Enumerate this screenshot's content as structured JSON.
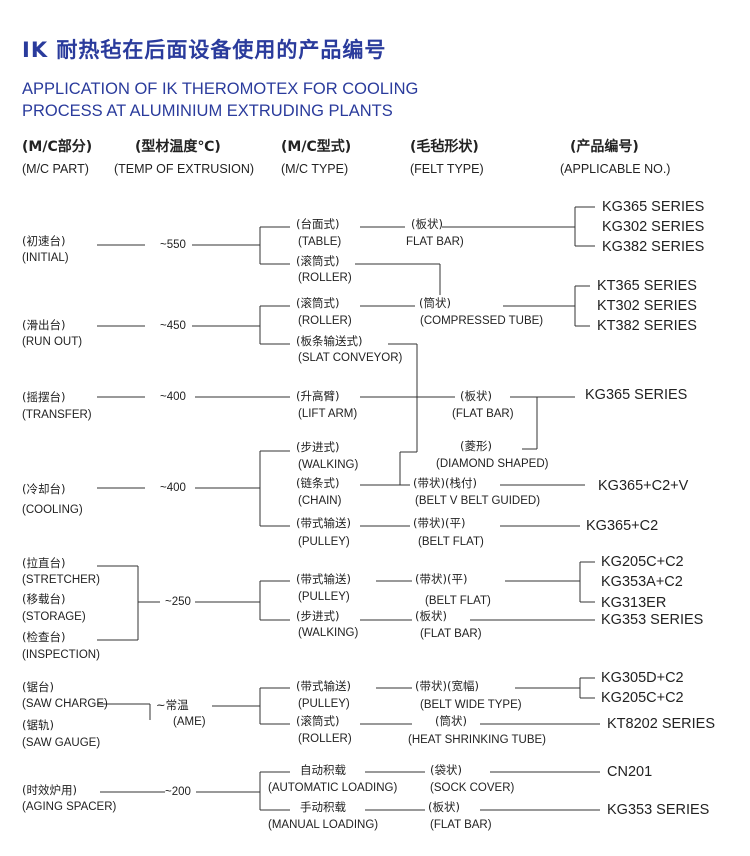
{
  "title": "IK 耐热毡在后面设备使用的产品编号",
  "subtitle_line1": "APPLICATION OF IK THEROMOTEX FOR COOLING",
  "subtitle_line2": "PROCESS AT ALUMINIUM EXTRUDING PLANTS",
  "headers": {
    "part_zh": "(M/C部分)",
    "part_en": "(M/C PART)",
    "temp_zh": "(型材温度℃)",
    "temp_en": "(TEMP OF EXTRUSION)",
    "type_zh": "(M/C型式)",
    "type_en": "(M/C TYPE)",
    "felt_zh": "(毛毡形状)",
    "felt_en": "(FELT TYPE)",
    "no_zh": "(产品编号)",
    "no_en": "(APPLICABLE NO.)"
  },
  "parts": {
    "initial_zh": "(初速台)",
    "initial_en": "(INITIAL)",
    "runout_zh": "(滑出台)",
    "runout_en": "(RUN OUT)",
    "transfer_zh": "(摇摆台)",
    "transfer_en": "(TRANSFER)",
    "cooling_zh": "(冷却台)",
    "cooling_en": "(COOLING)",
    "stretcher_zh": "(拉直台)",
    "stretcher_en": "(STRETCHER)",
    "storage_zh": "(移载台)",
    "storage_en": "(STORAGE)",
    "inspection_zh": "(检查台)",
    "inspection_en": "(INSPECTION)",
    "sawcharge_zh": "(锯台)",
    "sawcharge_en": "(SAW CHARGE)",
    "sawgauge_zh": "(锯轨)",
    "sawgauge_en": "(SAW GAUGE)",
    "aging_zh": "(时效炉用)",
    "aging_en": "(AGING SPACER)"
  },
  "temps": {
    "initial": "~550",
    "runout": "~450",
    "transfer": "~400",
    "cooling": "~400",
    "stretcher": "~250",
    "saw_zh": "~常温",
    "saw_en": "(AME)",
    "aging": "~200"
  },
  "types": {
    "table_zh": "(台面式)",
    "table_en": "(TABLE)",
    "roller1_zh": "(滚筒式)",
    "roller1_en": "(ROLLER)",
    "roller2_zh": "(滚筒式)",
    "roller2_en": "(ROLLER)",
    "slat_zh": "(板条输送式)",
    "slat_en": "(SLAT CONVEYOR)",
    "lift_zh": "(升高臂)",
    "lift_en": "(LIFT ARM)",
    "walking1_zh": "(步进式)",
    "walking1_en": "(WALKING)",
    "chain_zh": "(链条式)",
    "chain_en": "(CHAIN)",
    "pulley1_zh": "(带式输送)",
    "pulley1_en": "(PULLEY)",
    "pulley2_zh": "(带式输送)",
    "pulley2_en": "(PULLEY)",
    "walking2_zh": "(步进式)",
    "walking2_en": "(WALKING)",
    "pulley3_zh": "(带式输送)",
    "pulley3_en": "(PULLEY)",
    "roller3_zh": "(滚筒式)",
    "roller3_en": "(ROLLER)",
    "auto_zh": "自动积载",
    "auto_en": "(AUTOMATIC LOADING)",
    "manual_zh": "手动积载",
    "manual_en": "(MANUAL LOADING)"
  },
  "felts": {
    "flatbar1_zh": "(板状)",
    "flatbar1_en": "FLAT BAR)",
    "comp_zh": "(筒状)",
    "comp_en": "(COMPRESSED TUBE)",
    "flatbar2_zh": "(板状)",
    "flatbar2_en": "(FLAT BAR)",
    "diamond_zh": "(菱形)",
    "diamond_en": "(DIAMOND SHAPED)",
    "beltv_zh": "(带状)(栈付)",
    "beltv_en": "(BELT V BELT GUIDED)",
    "beltflat1_zh": "(带状)(平)",
    "beltflat1_en": "(BELT FLAT)",
    "beltflat2_zh": "(带状)(平)",
    "beltflat2_en": "(BELT FLAT)",
    "flatbar3_zh": "(板状)",
    "flatbar3_en": "(FLAT BAR)",
    "beltwide_zh": "(带状)(宽幅)",
    "beltwide_en": "(BELT WIDE TYPE)",
    "heat_zh": "(筒状)",
    "heat_en": "(HEAT SHRINKING TUBE)",
    "sock_zh": "(袋状)",
    "sock_en": "(SOCK COVER)",
    "flatbar4_zh": "(板状)",
    "flatbar4_en": "(FLAT BAR)"
  },
  "products": {
    "kg365s": "KG365 SERIES",
    "kg302s": "KG302 SERIES",
    "kg382s": "KG382 SERIES",
    "kt365s": "KT365 SERIES",
    "kt302s": "KT302 SERIES",
    "kt382s": "KT382 SERIES",
    "kg365s_b": "KG365 SERIES",
    "kg365c2v": "KG365+C2+V",
    "kg365c2": "KG365+C2",
    "kg205c": "KG205C+C2",
    "kg353a": "KG353A+C2",
    "kg313er": "KG313ER",
    "kg353s": "KG353 SERIES",
    "kg305d": "KG305D+C2",
    "kg205c_b": "KG205C+C2",
    "kt8202": "KT8202 SERIES",
    "cn201": "CN201",
    "kg353s_b": "KG353 SERIES"
  }
}
